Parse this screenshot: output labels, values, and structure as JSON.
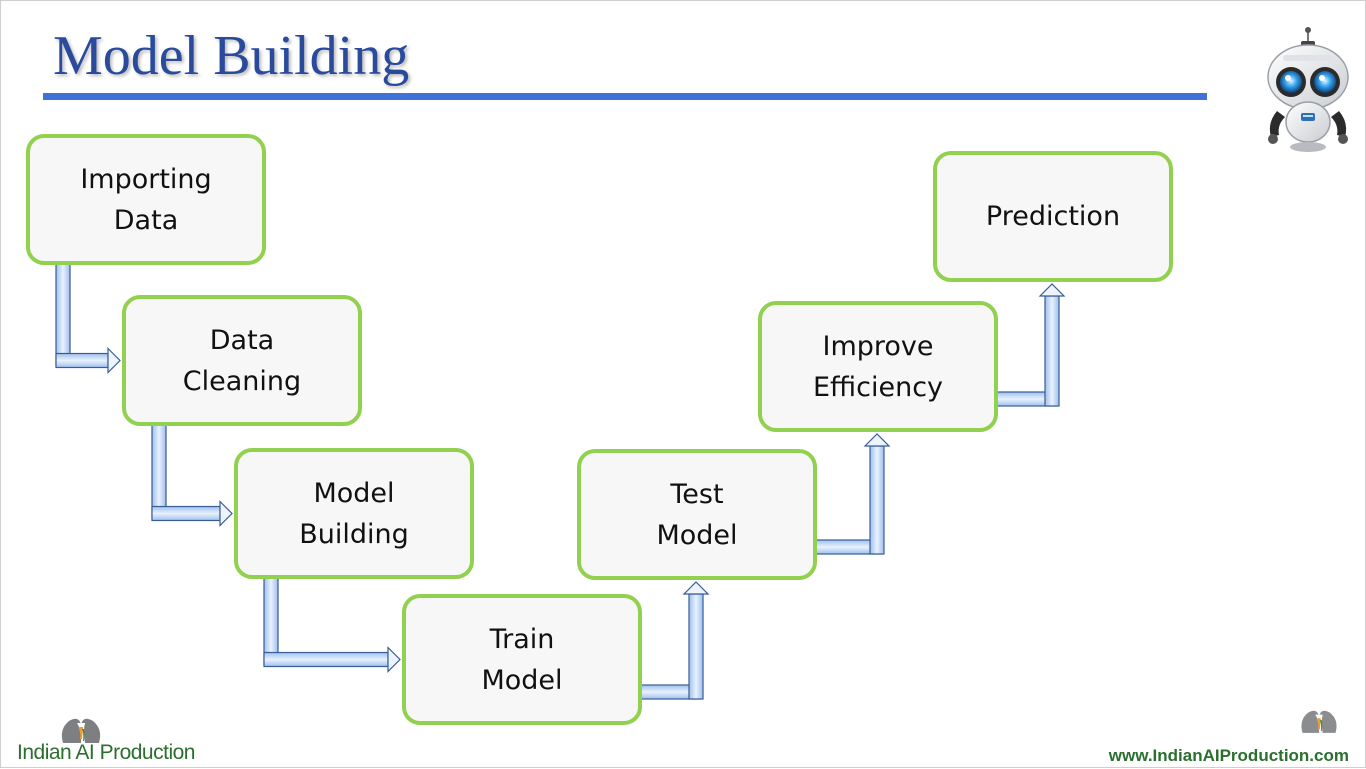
{
  "slide": {
    "title": "Model Building",
    "accent_color": "#3f72d6",
    "title_color": "#2a4b9b",
    "box_border_color": "#92d050"
  },
  "steps": [
    {
      "id": "importing-data",
      "label": "Importing\nData"
    },
    {
      "id": "data-cleaning",
      "label": "Data\nCleaning"
    },
    {
      "id": "model-building",
      "label": "Model\nBuilding"
    },
    {
      "id": "train-model",
      "label": "Train\nModel"
    },
    {
      "id": "test-model",
      "label": "Test\nModel"
    },
    {
      "id": "improve-efficiency",
      "label": "Improve\nEfficiency"
    },
    {
      "id": "prediction",
      "label": "Prediction"
    }
  ],
  "connections": [
    {
      "from": "importing-data",
      "to": "data-cleaning"
    },
    {
      "from": "data-cleaning",
      "to": "model-building"
    },
    {
      "from": "model-building",
      "to": "train-model"
    },
    {
      "from": "train-model",
      "to": "test-model"
    },
    {
      "from": "test-model",
      "to": "improve-efficiency"
    },
    {
      "from": "improve-efficiency",
      "to": "prediction"
    }
  ],
  "footer": {
    "brand": "Indian AI Production",
    "website": "www.IndianAIProduction.com",
    "brand_color": "#2b6f2f"
  },
  "icons": {
    "robot": "robot-icon",
    "logo": "two-heads-logo-icon"
  }
}
